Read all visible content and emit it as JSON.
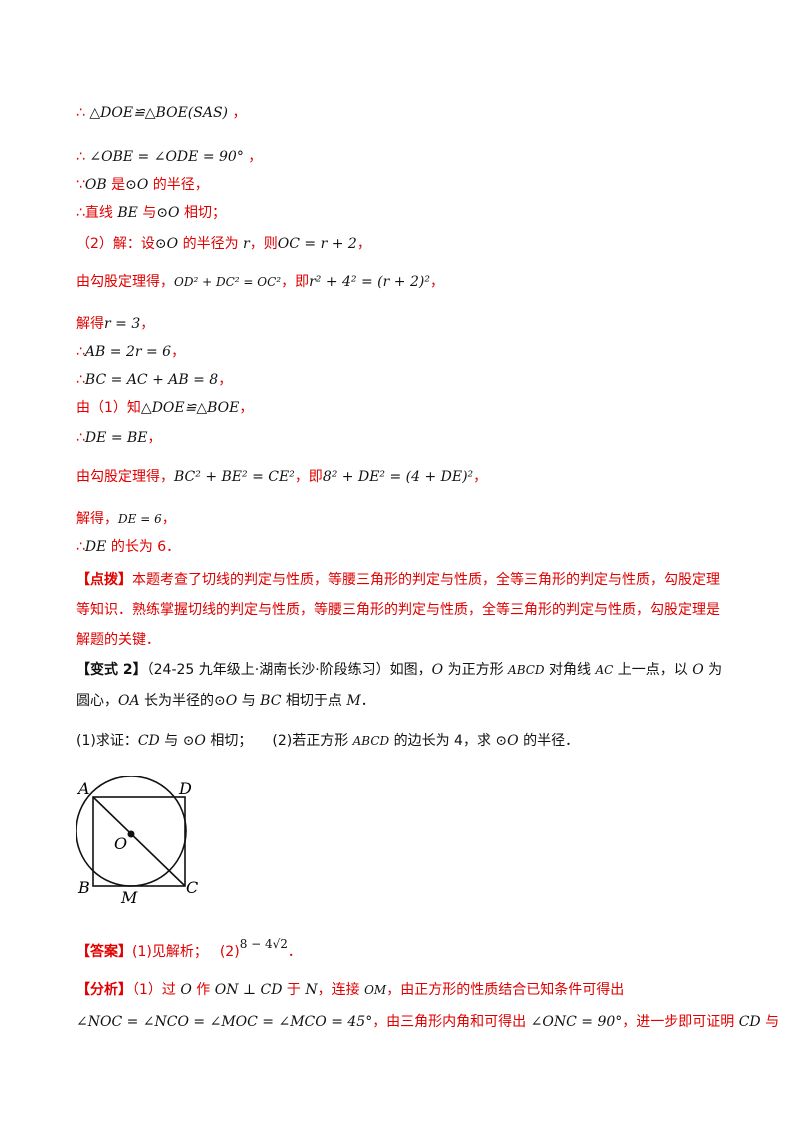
{
  "lines": {
    "l1": {
      "prefix": "∴",
      "math": "△DOE≌△BOE(SAS)",
      "suffix": "，"
    },
    "l2": {
      "prefix": "∴",
      "math": "∠OBE = ∠ODE = 90°",
      "suffix": "，"
    },
    "l3": {
      "prefix": "∵",
      "m1": "OB",
      "t1": " 是",
      "m2": "⊙O",
      "t2": " 的半径，"
    },
    "l4": {
      "prefix": "∴直线 ",
      "m1": "BE",
      "t1": " 与",
      "m2": "⊙O",
      "t2": " 相切；"
    },
    "l5": {
      "t1": "（2）解：设",
      "m1": "⊙O",
      "t2": " 的半径为 ",
      "m2": "r",
      "t3": "，则",
      "m3": "OC = r + 2",
      "t4": "，"
    },
    "l6": {
      "t1": "由勾股定理得，",
      "m1": "OD² + DC² = OC²",
      "t2": "，即",
      "m2": "r² + 4² = (r + 2)²",
      "t3": "，"
    },
    "l7": {
      "t1": "解得",
      "m1": "r = 3",
      "t2": "，"
    },
    "l8": {
      "prefix": "∴",
      "m1": "AB = 2r = 6",
      "t1": "，"
    },
    "l9": {
      "prefix": "∴",
      "m1": "BC = AC + AB = 8",
      "t1": "，"
    },
    "l10": {
      "t1": "由（1）知",
      "m1": "△DOE≌△BOE",
      "t2": "，"
    },
    "l11": {
      "prefix": "∴",
      "m1": "DE = BE",
      "t1": "，"
    },
    "l12": {
      "t1": "由勾股定理得，",
      "m1": "BC² + BE² = CE²",
      "t2": "，即",
      "m2": "8² + DE² = (4 + DE)²",
      "t3": "，"
    },
    "l13": {
      "t1": "解得，",
      "m1": "DE = 6",
      "t2": "，"
    },
    "l14": {
      "prefix": "∴",
      "m1": "DE",
      "t1": " 的长为 6．"
    }
  },
  "dianbo": {
    "tag": "【点拨】",
    "text": "本题考查了切线的判定与性质，等腰三角形的判定与性质，全等三角形的判定与性质，勾股定理等知识．熟练掌握切线的判定与性质，等腰三角形的判定与性质，全等三角形的判定与性质，勾股定理是解题的关键．"
  },
  "bianshi": {
    "tag": "【变式 2】",
    "source": "（24-25 九年级上·湖南长沙·阶段练习）",
    "t1": "如图，",
    "m1": "O",
    "t2": " 为正方形 ",
    "m2": "ABCD",
    "t3": " 对角线 ",
    "m3": "AC",
    "t4": " 上一点，以 ",
    "m4": "O",
    "t5": " 为",
    "line2_t1": "圆心，",
    "line2_m1": "OA",
    "line2_t2": " 长为半径的",
    "line2_m2": "⊙O",
    "line2_t3": " 与 ",
    "line2_m3": "BC",
    "line2_t4": " 相切于点 ",
    "line2_m4": "M",
    "line2_t5": "．"
  },
  "question": {
    "p1": "(1)求证：",
    "m1": "CD",
    "t1": " 与 ",
    "m2": "⊙O",
    "t2": " 相切；",
    "p2": "(2)若正方形 ",
    "m3": "ABCD",
    "t3": " 的边长为 4，求 ",
    "m4": "⊙O",
    "t4": " 的半径．"
  },
  "figure": {
    "labels": {
      "A": "A",
      "D": "D",
      "O": "O",
      "B": "B",
      "M": "M",
      "C": "C"
    }
  },
  "answer": {
    "tag": "【答案】",
    "t1": "(1)见解析；",
    "t2": "(2)",
    "m1": "8 − 4√2",
    "t3": "．"
  },
  "analysis": {
    "tag": "【分析】",
    "t1": "（1）过 ",
    "m1": "O",
    "t2": " 作 ",
    "m2": "ON ⊥ CD",
    "t3": " 于 ",
    "m3": "N",
    "t4": "，连接 ",
    "m4": "OM",
    "t5": "，由正方形的性质结合已知条件可得出",
    "line2_m1": "∠NOC = ∠NCO = ∠MOC = ∠MCO = 45°",
    "line2_t1": "，由三角形内角和可得出 ",
    "line2_m2": "∠ONC = 90°",
    "line2_t2": "，进一步即可证明 ",
    "line2_m3": "CD",
    "line2_t3": " 与"
  }
}
